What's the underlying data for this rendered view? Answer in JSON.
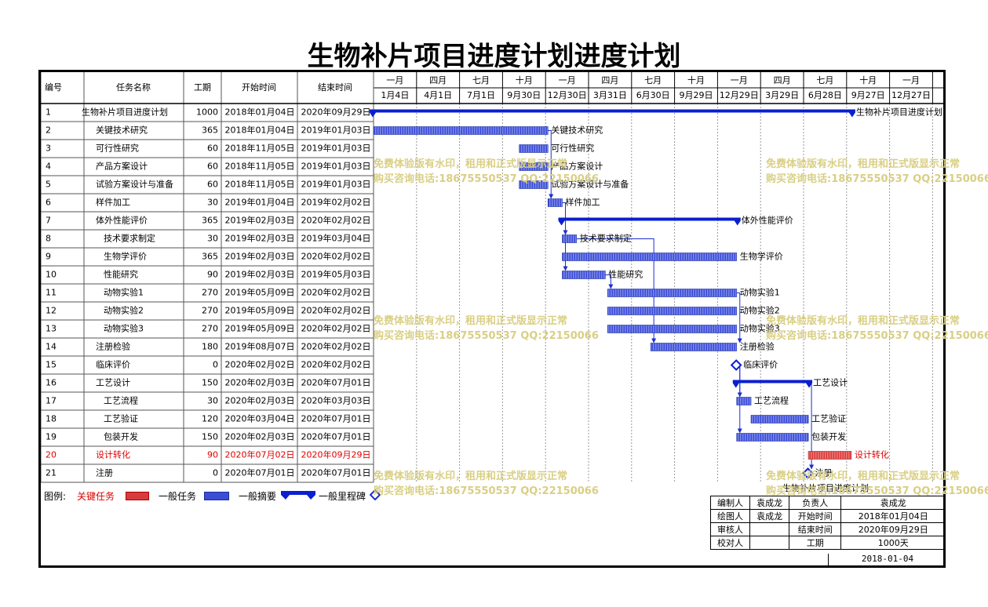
{
  "title": "生物补片项目进度计划进度计划",
  "headers": {
    "id": "编号",
    "name": "任务名称",
    "duration": "工期",
    "start": "开始时间",
    "end": "结束时间"
  },
  "timeline": {
    "quarters": [
      "一月",
      "四月",
      "七月",
      "十月",
      "一月",
      "四月",
      "七月",
      "十月",
      "一月",
      "四月",
      "七月",
      "十月",
      "一月"
    ],
    "dates": [
      "1月4日",
      "4月1日",
      "7月1日",
      "9月30日",
      "12月30日",
      "3月31日",
      "6月30日",
      "9月29日",
      "12月29日",
      "3月29日",
      "6月28日",
      "9月27日",
      "12月27日"
    ]
  },
  "chart_data": {
    "type": "gantt",
    "title": "生物补片项目进度计划进度计划",
    "x_start": "2018-01-04",
    "tasks": [
      {
        "id": "1",
        "name": "生物补片项目进度计划",
        "duration": "1000",
        "start": "2018年01月04日",
        "end": "2020年09月29日",
        "start_date": "2018-01-04",
        "end_date": "2020-09-29",
        "type": "summary",
        "level": 0,
        "label": "生物补片项目进度计划"
      },
      {
        "id": "2",
        "name": "关键技术研究",
        "duration": "365",
        "start": "2018年01月04日",
        "end": "2019年01月03日",
        "start_date": "2018-01-04",
        "end_date": "2019-01-03",
        "type": "normal",
        "level": 1,
        "label": "关键技术研究"
      },
      {
        "id": "3",
        "name": "可行性研究",
        "duration": "60",
        "start": "2018年11月05日",
        "end": "2019年01月03日",
        "start_date": "2018-11-05",
        "end_date": "2019-01-03",
        "type": "normal",
        "level": 1,
        "label": "可行性研究"
      },
      {
        "id": "4",
        "name": "产品方案设计",
        "duration": "60",
        "start": "2018年11月05日",
        "end": "2019年01月03日",
        "start_date": "2018-11-05",
        "end_date": "2019-01-03",
        "type": "normal",
        "level": 1,
        "label": "产品方案设计"
      },
      {
        "id": "5",
        "name": "试验方案设计与准备",
        "duration": "60",
        "start": "2018年11月05日",
        "end": "2019年01月03日",
        "start_date": "2018-11-05",
        "end_date": "2019-01-03",
        "type": "normal",
        "level": 1,
        "label": "试验方案设计与准备"
      },
      {
        "id": "6",
        "name": "样件加工",
        "duration": "30",
        "start": "2019年01月04日",
        "end": "2019年02月02日",
        "start_date": "2019-01-04",
        "end_date": "2019-02-02",
        "type": "normal",
        "level": 1,
        "label": "样件加工"
      },
      {
        "id": "7",
        "name": "体外性能评价",
        "duration": "365",
        "start": "2019年02月03日",
        "end": "2020年02月02日",
        "start_date": "2019-02-03",
        "end_date": "2020-02-02",
        "type": "summary",
        "level": 1,
        "label": "体外性能评价"
      },
      {
        "id": "8",
        "name": "技术要求制定",
        "duration": "30",
        "start": "2019年02月03日",
        "end": "2019年03月04日",
        "start_date": "2019-02-03",
        "end_date": "2019-03-04",
        "type": "normal",
        "level": 2,
        "label": "技术要求制定"
      },
      {
        "id": "9",
        "name": "生物学评价",
        "duration": "365",
        "start": "2019年02月03日",
        "end": "2020年02月02日",
        "start_date": "2019-02-03",
        "end_date": "2020-02-02",
        "type": "normal",
        "level": 2,
        "label": "生物学评价"
      },
      {
        "id": "10",
        "name": "性能研究",
        "duration": "90",
        "start": "2019年02月03日",
        "end": "2019年05月03日",
        "start_date": "2019-02-03",
        "end_date": "2019-05-03",
        "type": "normal",
        "level": 2,
        "label": "性能研究"
      },
      {
        "id": "11",
        "name": "动物实验1",
        "duration": "270",
        "start": "2019年05月09日",
        "end": "2020年02月02日",
        "start_date": "2019-05-09",
        "end_date": "2020-02-02",
        "type": "normal",
        "level": 2,
        "label": "动物实验1"
      },
      {
        "id": "12",
        "name": "动物实验2",
        "duration": "270",
        "start": "2019年05月09日",
        "end": "2020年02月02日",
        "start_date": "2019-05-09",
        "end_date": "2020-02-02",
        "type": "normal",
        "level": 2,
        "label": "动物实验2"
      },
      {
        "id": "13",
        "name": "动物实验3",
        "duration": "270",
        "start": "2019年05月09日",
        "end": "2020年02月02日",
        "start_date": "2019-05-09",
        "end_date": "2020-02-02",
        "type": "normal",
        "level": 2,
        "label": "动物实验3"
      },
      {
        "id": "14",
        "name": "注册检验",
        "duration": "180",
        "start": "2019年08月07日",
        "end": "2020年02月02日",
        "start_date": "2019-08-07",
        "end_date": "2020-02-02",
        "type": "normal",
        "level": 1,
        "label": "注册检验"
      },
      {
        "id": "15",
        "name": "临床评价",
        "duration": "0",
        "start": "2020年02月02日",
        "end": "2020年02月02日",
        "start_date": "2020-02-02",
        "end_date": "2020-02-02",
        "type": "milestone",
        "level": 1,
        "label": "临床评价"
      },
      {
        "id": "16",
        "name": "工艺设计",
        "duration": "150",
        "start": "2020年02月03日",
        "end": "2020年07月01日",
        "start_date": "2020-02-03",
        "end_date": "2020-07-01",
        "type": "summary",
        "level": 1,
        "label": "工艺设计"
      },
      {
        "id": "17",
        "name": "工艺流程",
        "duration": "30",
        "start": "2020年02月03日",
        "end": "2020年03月03日",
        "start_date": "2020-02-03",
        "end_date": "2020-03-03",
        "type": "normal",
        "level": 2,
        "label": "工艺流程"
      },
      {
        "id": "18",
        "name": "工艺验证",
        "duration": "120",
        "start": "2020年03月04日",
        "end": "2020年07月01日",
        "start_date": "2020-03-04",
        "end_date": "2020-07-01",
        "type": "normal",
        "level": 2,
        "label": "工艺验证"
      },
      {
        "id": "19",
        "name": "包装开发",
        "duration": "150",
        "start": "2020年02月03日",
        "end": "2020年07月01日",
        "start_date": "2020-02-03",
        "end_date": "2020-07-01",
        "type": "normal",
        "level": 2,
        "label": "包装开发"
      },
      {
        "id": "20",
        "name": "设计转化",
        "duration": "90",
        "start": "2020年07月02日",
        "end": "2020年09月29日",
        "start_date": "2020-07-02",
        "end_date": "2020-09-29",
        "type": "critical",
        "level": 1,
        "label": "设计转化"
      },
      {
        "id": "21",
        "name": "注册",
        "duration": "0",
        "start": "2020年07月01日",
        "end": "2020年07月01日",
        "start_date": "2020-07-01",
        "end_date": "2020-07-01",
        "type": "milestone",
        "level": 1,
        "label": "注册"
      }
    ]
  },
  "legend": {
    "prefix": "图例:",
    "critical": "关键任务",
    "normal": "一般任务",
    "summary": "一般摘要",
    "milestone": "一般里程碑"
  },
  "signoff": {
    "project": "生物补片项目进度计划",
    "rows": [
      [
        "编制人",
        "袁成龙",
        "负责人",
        "袁成龙"
      ],
      [
        "绘图人",
        "袁成龙",
        "开始时间",
        "2018年01月04日"
      ],
      [
        "审核人",
        "",
        "结束时间",
        "2020年09月29日"
      ],
      [
        "校对人",
        "",
        "工期",
        "1000天"
      ]
    ],
    "date": "2018-01-04"
  },
  "watermark": {
    "line1": "免费体验版有水印，租用和正式版显示正常",
    "line2": "购买咨询电话:18675550537 QQ:22150066"
  },
  "colors": {
    "bar": "#3344cc",
    "summary": "#0a1fd0",
    "critical": "#dd3333",
    "critical_text": "#dd0000",
    "grid": "#999999"
  }
}
